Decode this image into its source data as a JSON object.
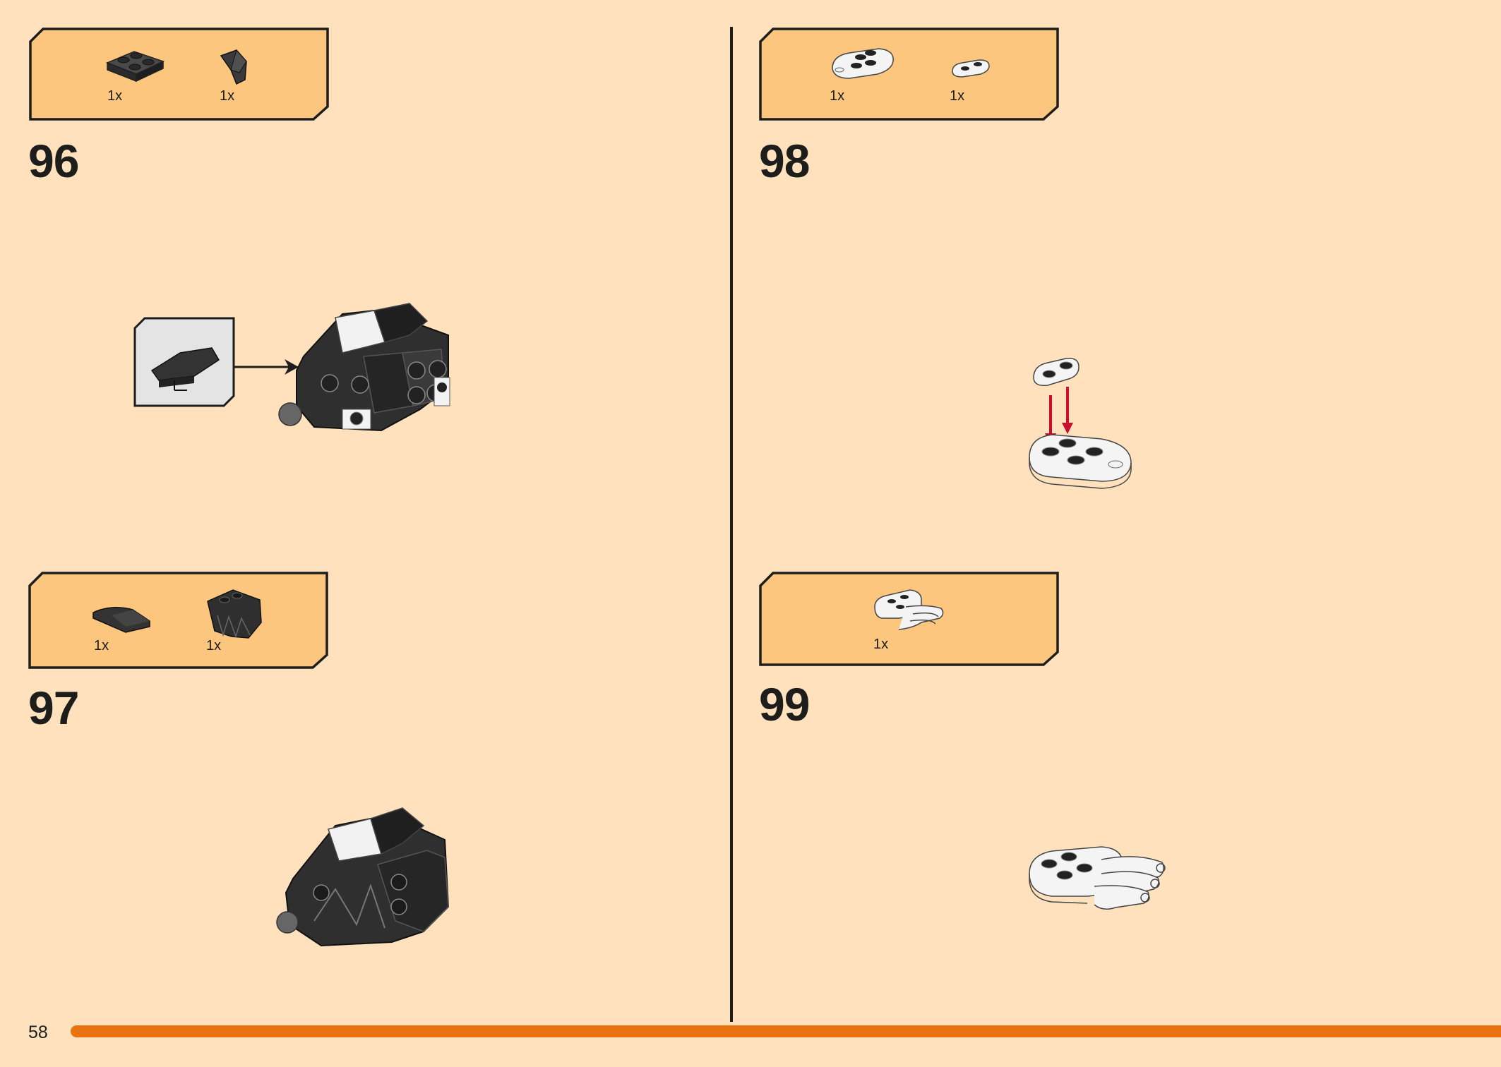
{
  "page": {
    "number": "58",
    "colors": {
      "background": "#FFE2BD",
      "parts_box": "#FDC67E",
      "accent_bar": "#E8730F",
      "brick_dark": "#363636",
      "brick_light": "#F2F2F2",
      "arrow_red": "#C8102E"
    }
  },
  "steps": [
    {
      "number": "96",
      "parts": [
        {
          "icon": "dark-2x2-plate",
          "qty": "1x"
        },
        {
          "icon": "dark-small-wedge",
          "qty": "1x"
        }
      ],
      "callout": "dark-wedge-plate-subassembly"
    },
    {
      "number": "97",
      "parts": [
        {
          "icon": "dark-curved-slope",
          "qty": "1x"
        },
        {
          "icon": "dark-claw-piece",
          "qty": "1x"
        }
      ]
    },
    {
      "number": "98",
      "parts": [
        {
          "icon": "white-round-plate-2x3",
          "qty": "1x"
        },
        {
          "icon": "white-plate-1x2-rounded",
          "qty": "1x"
        }
      ]
    },
    {
      "number": "99",
      "parts": [
        {
          "icon": "white-claw-foot-assembly",
          "qty": "1x"
        }
      ]
    }
  ]
}
